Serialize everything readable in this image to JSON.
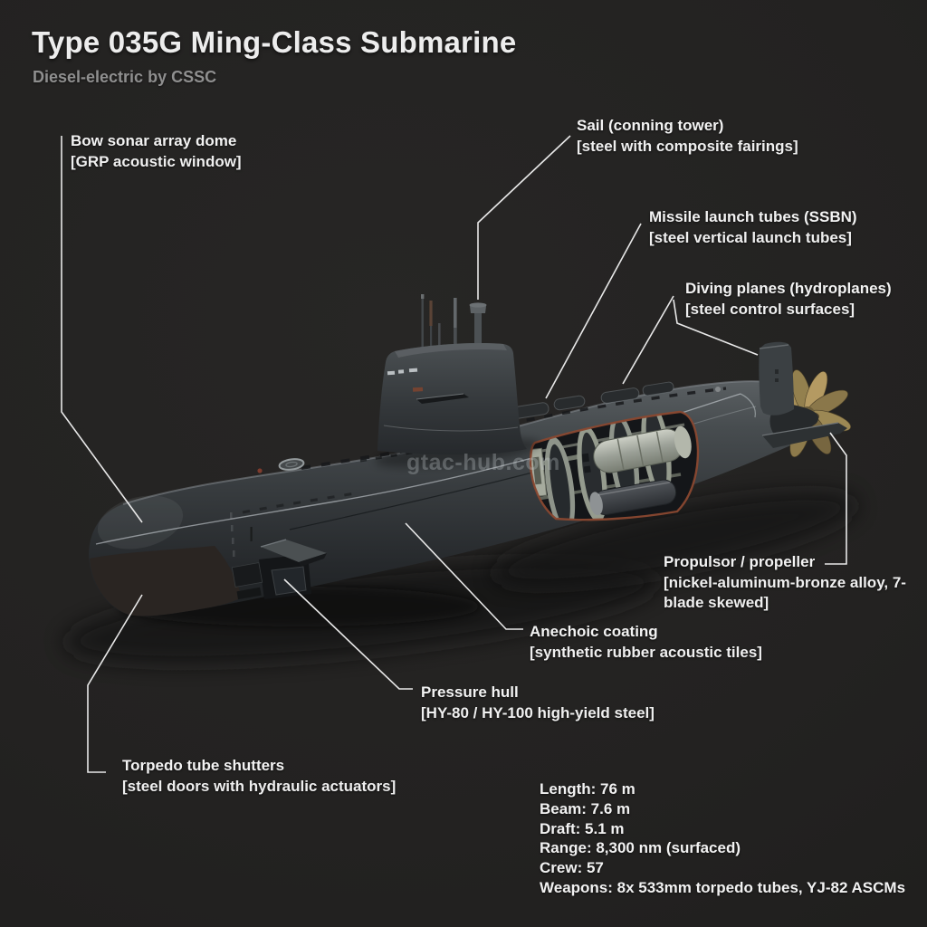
{
  "title": "Type 035G Ming-Class Submarine",
  "subtitle": "Diesel-electric by CSSC",
  "watermark": "gtac-hub.com",
  "labels": {
    "bow_sonar": {
      "title": "Bow sonar array dome",
      "detail": "[GRP acoustic window]"
    },
    "sail": {
      "title": "Sail (conning tower)",
      "detail": "[steel with composite fairings]"
    },
    "missile_tubes": {
      "title": "Missile launch tubes (SSBN)",
      "detail": "[steel vertical launch tubes]"
    },
    "diving_planes": {
      "title": "Diving planes (hydroplanes)",
      "detail": "[steel control surfaces]"
    },
    "propulsor": {
      "title": "Propulsor / propeller",
      "detail": "[nickel-aluminum-bronze alloy, 7-blade skewed]"
    },
    "anechoic": {
      "title": "Anechoic coating",
      "detail": "[synthetic rubber acoustic tiles]"
    },
    "pressure_hull": {
      "title": "Pressure hull",
      "detail": "[HY-80 / HY-100 high-yield steel]"
    },
    "torpedo_shutters": {
      "title": "Torpedo tube shutters",
      "detail": "[steel doors with hydraulic actuators]"
    }
  },
  "specs": [
    "Length: 76 m",
    "Beam: 7.6 m",
    "Draft: 5.1 m",
    "Range: 8,300 nm (surfaced)",
    "Crew: 57",
    "Weapons: 8x 533mm torpedo tubes, YJ-82 ASCMs"
  ],
  "colors": {
    "background": "#232221",
    "text": "#f2f2f2",
    "subtitle_text": "#8f8f8f",
    "leader_line": "#e8e8e8",
    "hull": "#35393c",
    "propeller_bronze": "#9a8451",
    "cutaway_rim": "#8a4830"
  }
}
